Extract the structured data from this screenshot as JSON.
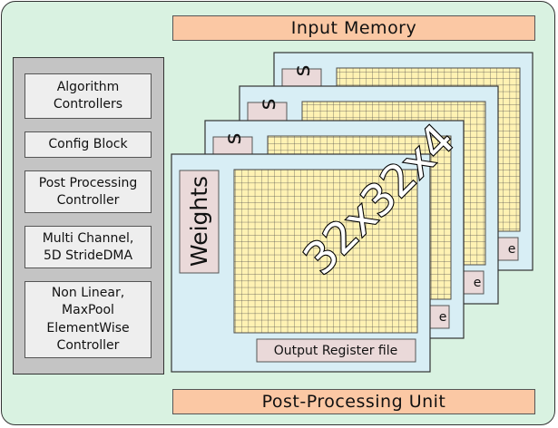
{
  "input_memory": "Input Memory",
  "post_processing_unit": "Post-Processing Unit",
  "controllers": [
    "Algorithm\nControllers",
    "Config Block",
    "Post Processing\nController",
    "Multi Channel,\n5D StrideDMA",
    "Non Linear,\nMaxPool\nElementWise\nController"
  ],
  "array": {
    "weights_label": "Weights",
    "partial_weights_label": "s",
    "output_register_label": "Output Register file",
    "partial_output_label": "e",
    "dimension_label": "32x32x4"
  },
  "colors": {
    "background": "#d9f2e1",
    "memory_bar": "#fbc8a4",
    "layer_fill": "#d8eef5",
    "grid_fill": "#fff2b3",
    "label_box": "#ead9d9"
  }
}
